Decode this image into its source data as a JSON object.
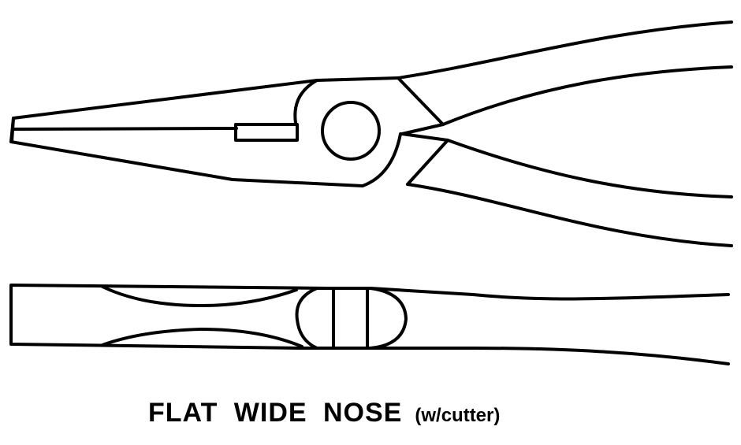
{
  "diagram": {
    "subject": "long nose pliers, side view and top view",
    "line_color": "#000000",
    "background_color": "#ffffff"
  },
  "caption": {
    "main": "FLAT  WIDE  NOSE",
    "sub": "(w/cutter)"
  }
}
